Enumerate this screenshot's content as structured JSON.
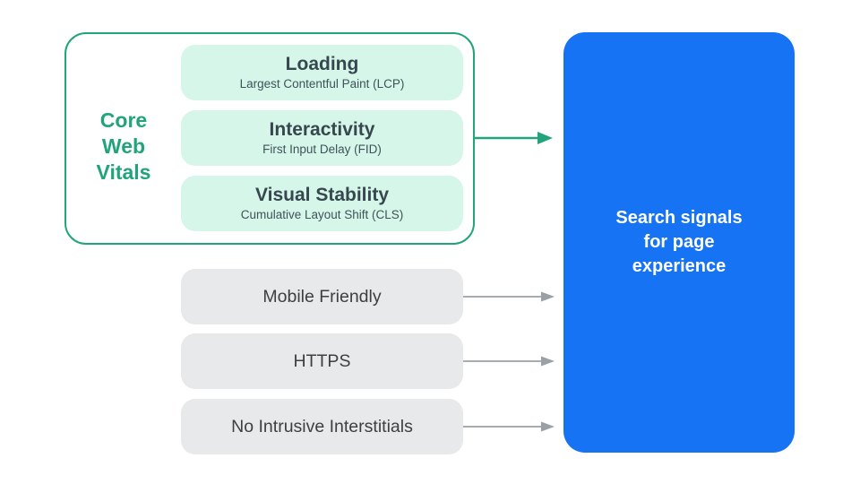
{
  "colors": {
    "green": "#21A47B",
    "mint_fill": "#D5F6E8",
    "blue": "#1673F4",
    "gray_fill": "#E8E9EA",
    "gray_arrow": "#9AA0A6",
    "title_text": "#37474F",
    "subtitle_text": "#40525A",
    "gray_label_text": "#3C4043",
    "white": "#FFFFFF"
  },
  "core_web_vitals": {
    "label_text": "Core Web Vitals",
    "label_lines": [
      "Core",
      "Web",
      "Vitals"
    ],
    "items": [
      {
        "title": "Loading",
        "subtitle": "Largest Contentful Paint (LCP)"
      },
      {
        "title": "Interactivity",
        "subtitle": "First Input Delay (FID)"
      },
      {
        "title": "Visual Stability",
        "subtitle": "Cumulative Layout Shift (CLS)"
      }
    ]
  },
  "other_signals": [
    {
      "label": "Mobile Friendly"
    },
    {
      "label": "HTTPS"
    },
    {
      "label": "No Intrusive Interstitials"
    }
  ],
  "result_box": {
    "text": "Search signals for page experience",
    "lines": [
      "Search signals",
      "for page",
      "experience"
    ]
  },
  "icons": {
    "cwv_arrow": "green-arrow-right-icon",
    "signal_arrow": "gray-arrow-right-icon"
  }
}
